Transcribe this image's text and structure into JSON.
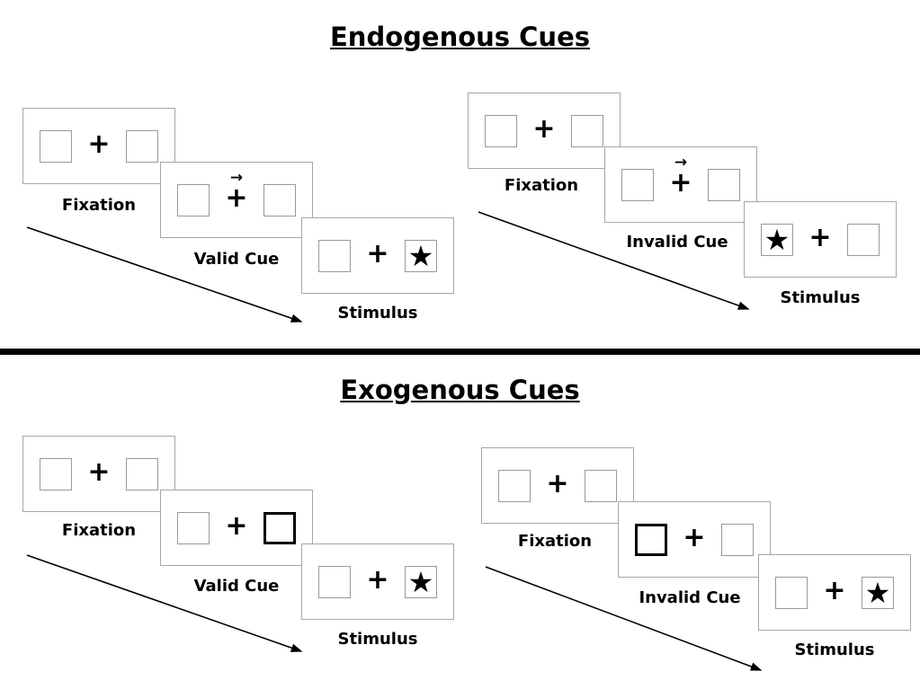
{
  "glyphs": {
    "plus": "+",
    "arrow_right": "→",
    "star": "★"
  },
  "sections": [
    {
      "title": "Endogenous Cues",
      "panels": [
        {
          "id": "endogenous-valid",
          "cue_style": "central-arrow",
          "cards": [
            {
              "label": "Fixation",
              "left_box": "empty",
              "right_box": "empty",
              "cue": "none"
            },
            {
              "label": "Valid Cue",
              "left_box": "empty",
              "right_box": "empty",
              "cue": "arrow-right-above-fixation"
            },
            {
              "label": "Stimulus",
              "left_box": "empty",
              "right_box": "star",
              "cue": "none"
            }
          ]
        },
        {
          "id": "endogenous-invalid",
          "cue_style": "central-arrow",
          "cards": [
            {
              "label": "Fixation",
              "left_box": "empty",
              "right_box": "empty",
              "cue": "none"
            },
            {
              "label": "Invalid Cue",
              "left_box": "empty",
              "right_box": "empty",
              "cue": "arrow-right-above-fixation"
            },
            {
              "label": "Stimulus",
              "left_box": "star",
              "right_box": "empty",
              "cue": "none"
            }
          ]
        }
      ]
    },
    {
      "title": "Exogenous Cues",
      "panels": [
        {
          "id": "exogenous-valid",
          "cue_style": "peripheral-box-highlight",
          "cards": [
            {
              "label": "Fixation",
              "left_box": "empty",
              "right_box": "empty",
              "cue": "none"
            },
            {
              "label": "Valid Cue",
              "left_box": "empty",
              "right_box": "bold-outline",
              "cue": "right-box-highlighted"
            },
            {
              "label": "Stimulus",
              "left_box": "empty",
              "right_box": "star",
              "cue": "none"
            }
          ]
        },
        {
          "id": "exogenous-invalid",
          "cue_style": "peripheral-box-highlight",
          "cards": [
            {
              "label": "Fixation",
              "left_box": "empty",
              "right_box": "empty",
              "cue": "none"
            },
            {
              "label": "Invalid Cue",
              "left_box": "bold-outline",
              "right_box": "empty",
              "cue": "left-box-highlighted"
            },
            {
              "label": "Stimulus",
              "left_box": "empty",
              "right_box": "star",
              "cue": "none"
            }
          ]
        }
      ]
    }
  ]
}
